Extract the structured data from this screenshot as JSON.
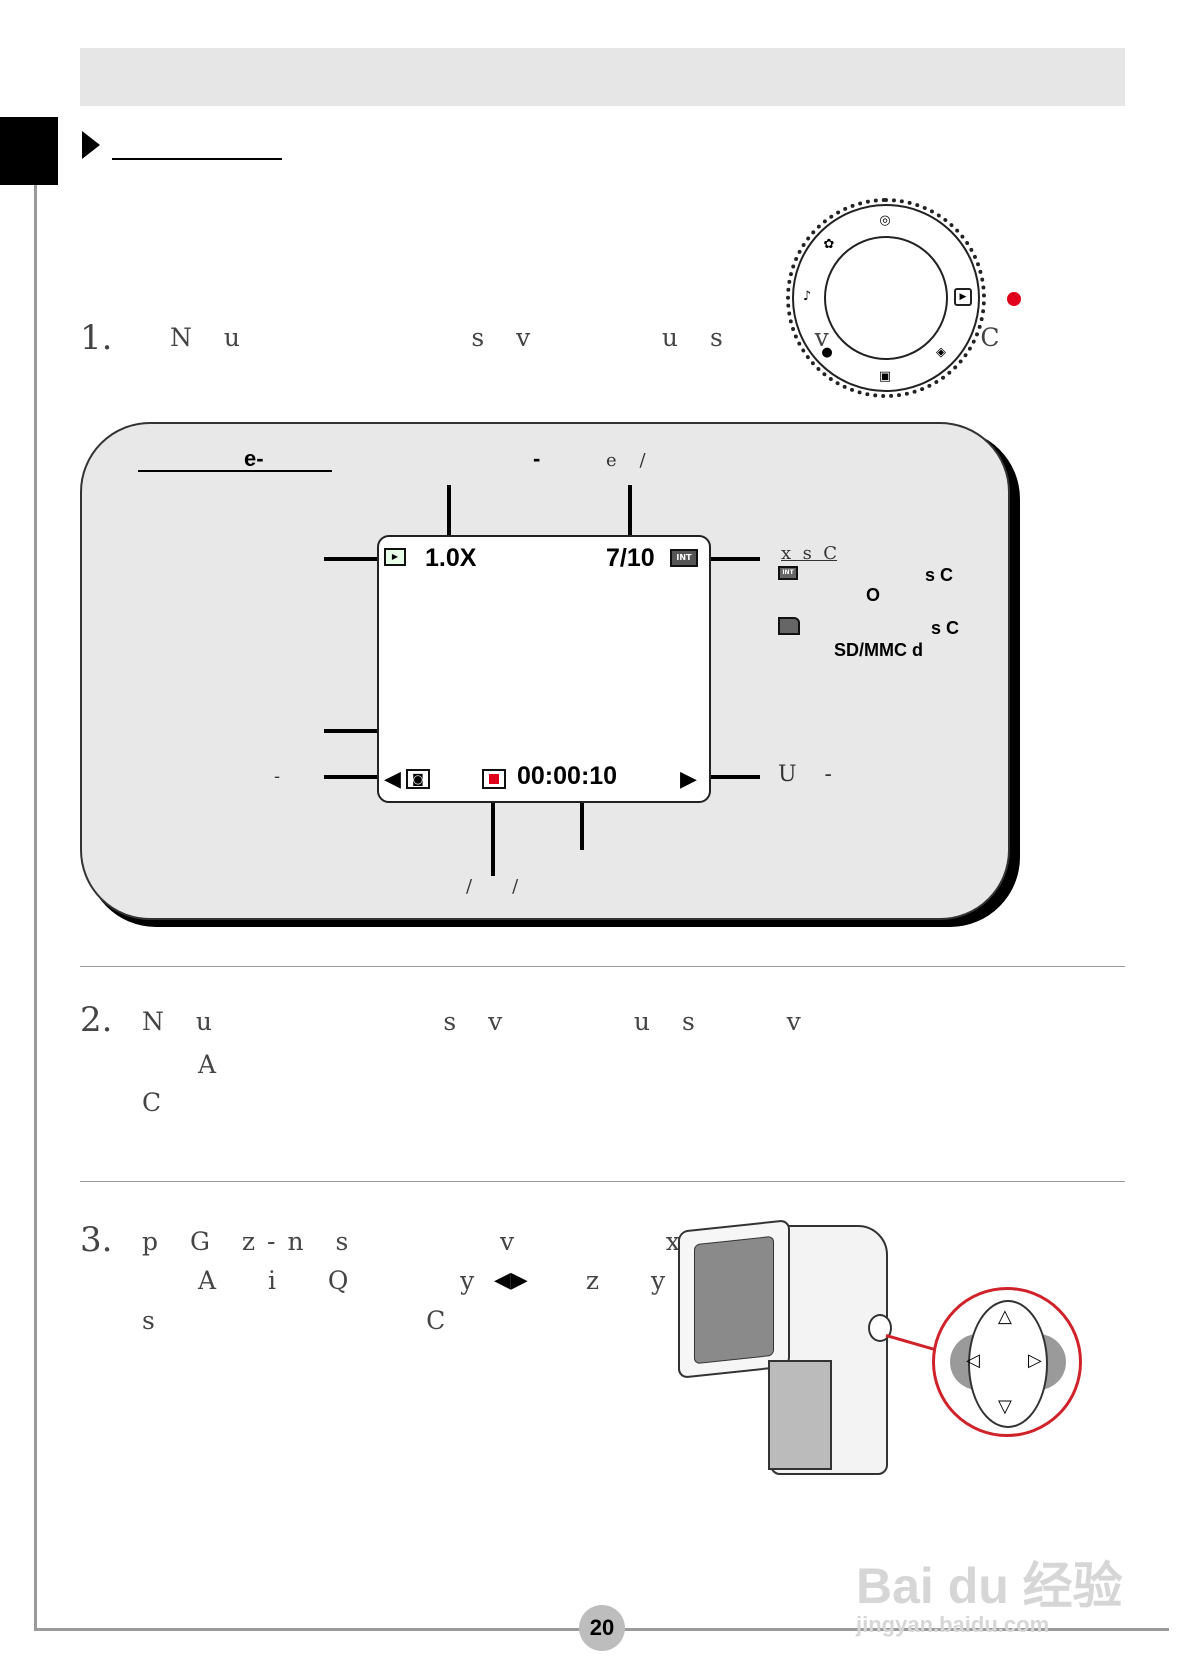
{
  "page": {
    "number": "20"
  },
  "steps": [
    {
      "num": "1.",
      "line1": "N u           s v      u s    v       C"
    },
    {
      "num": "2.",
      "line1": "N u           s v      u s    v",
      "line2": "A",
      "line3": "C"
    },
    {
      "num": "3.",
      "line1": "p G z-n s       v       x s",
      "line2": "A  i  Q     y     z  y  k  z",
      "line3": "s             C"
    }
  ],
  "panel": {
    "title": "e-",
    "top_center_label": "-",
    "top_right_label": "e    /",
    "zoom_value": "1.0X",
    "shot_count": "7/10",
    "timer": "00:00:10",
    "left_label_bottom": "-",
    "right_label_bottom": "U    -",
    "bottom_label": "/       /",
    "storage": {
      "header": "x  s  C",
      "internal_line1": "s  C",
      "internal_line2": "O",
      "card_line1": "s  C",
      "card_line2": "SD/MMC   d",
      "int_icon": "INT"
    }
  },
  "watermark": {
    "brand": "Bai du 经验",
    "url": "jingyan.baidu.com"
  },
  "colors": {
    "accent_red": "#e0001b",
    "header_bar": "#e6e6e6",
    "panel_bg": "#e8e8e8"
  },
  "icons": [
    "chevron-icon",
    "mode-dial-icon",
    "playback-mode-icon",
    "camera-icon",
    "record-icon",
    "arrow-left-icon",
    "arrow-right-icon",
    "memory-card-icon",
    "internal-memory-icon"
  ]
}
